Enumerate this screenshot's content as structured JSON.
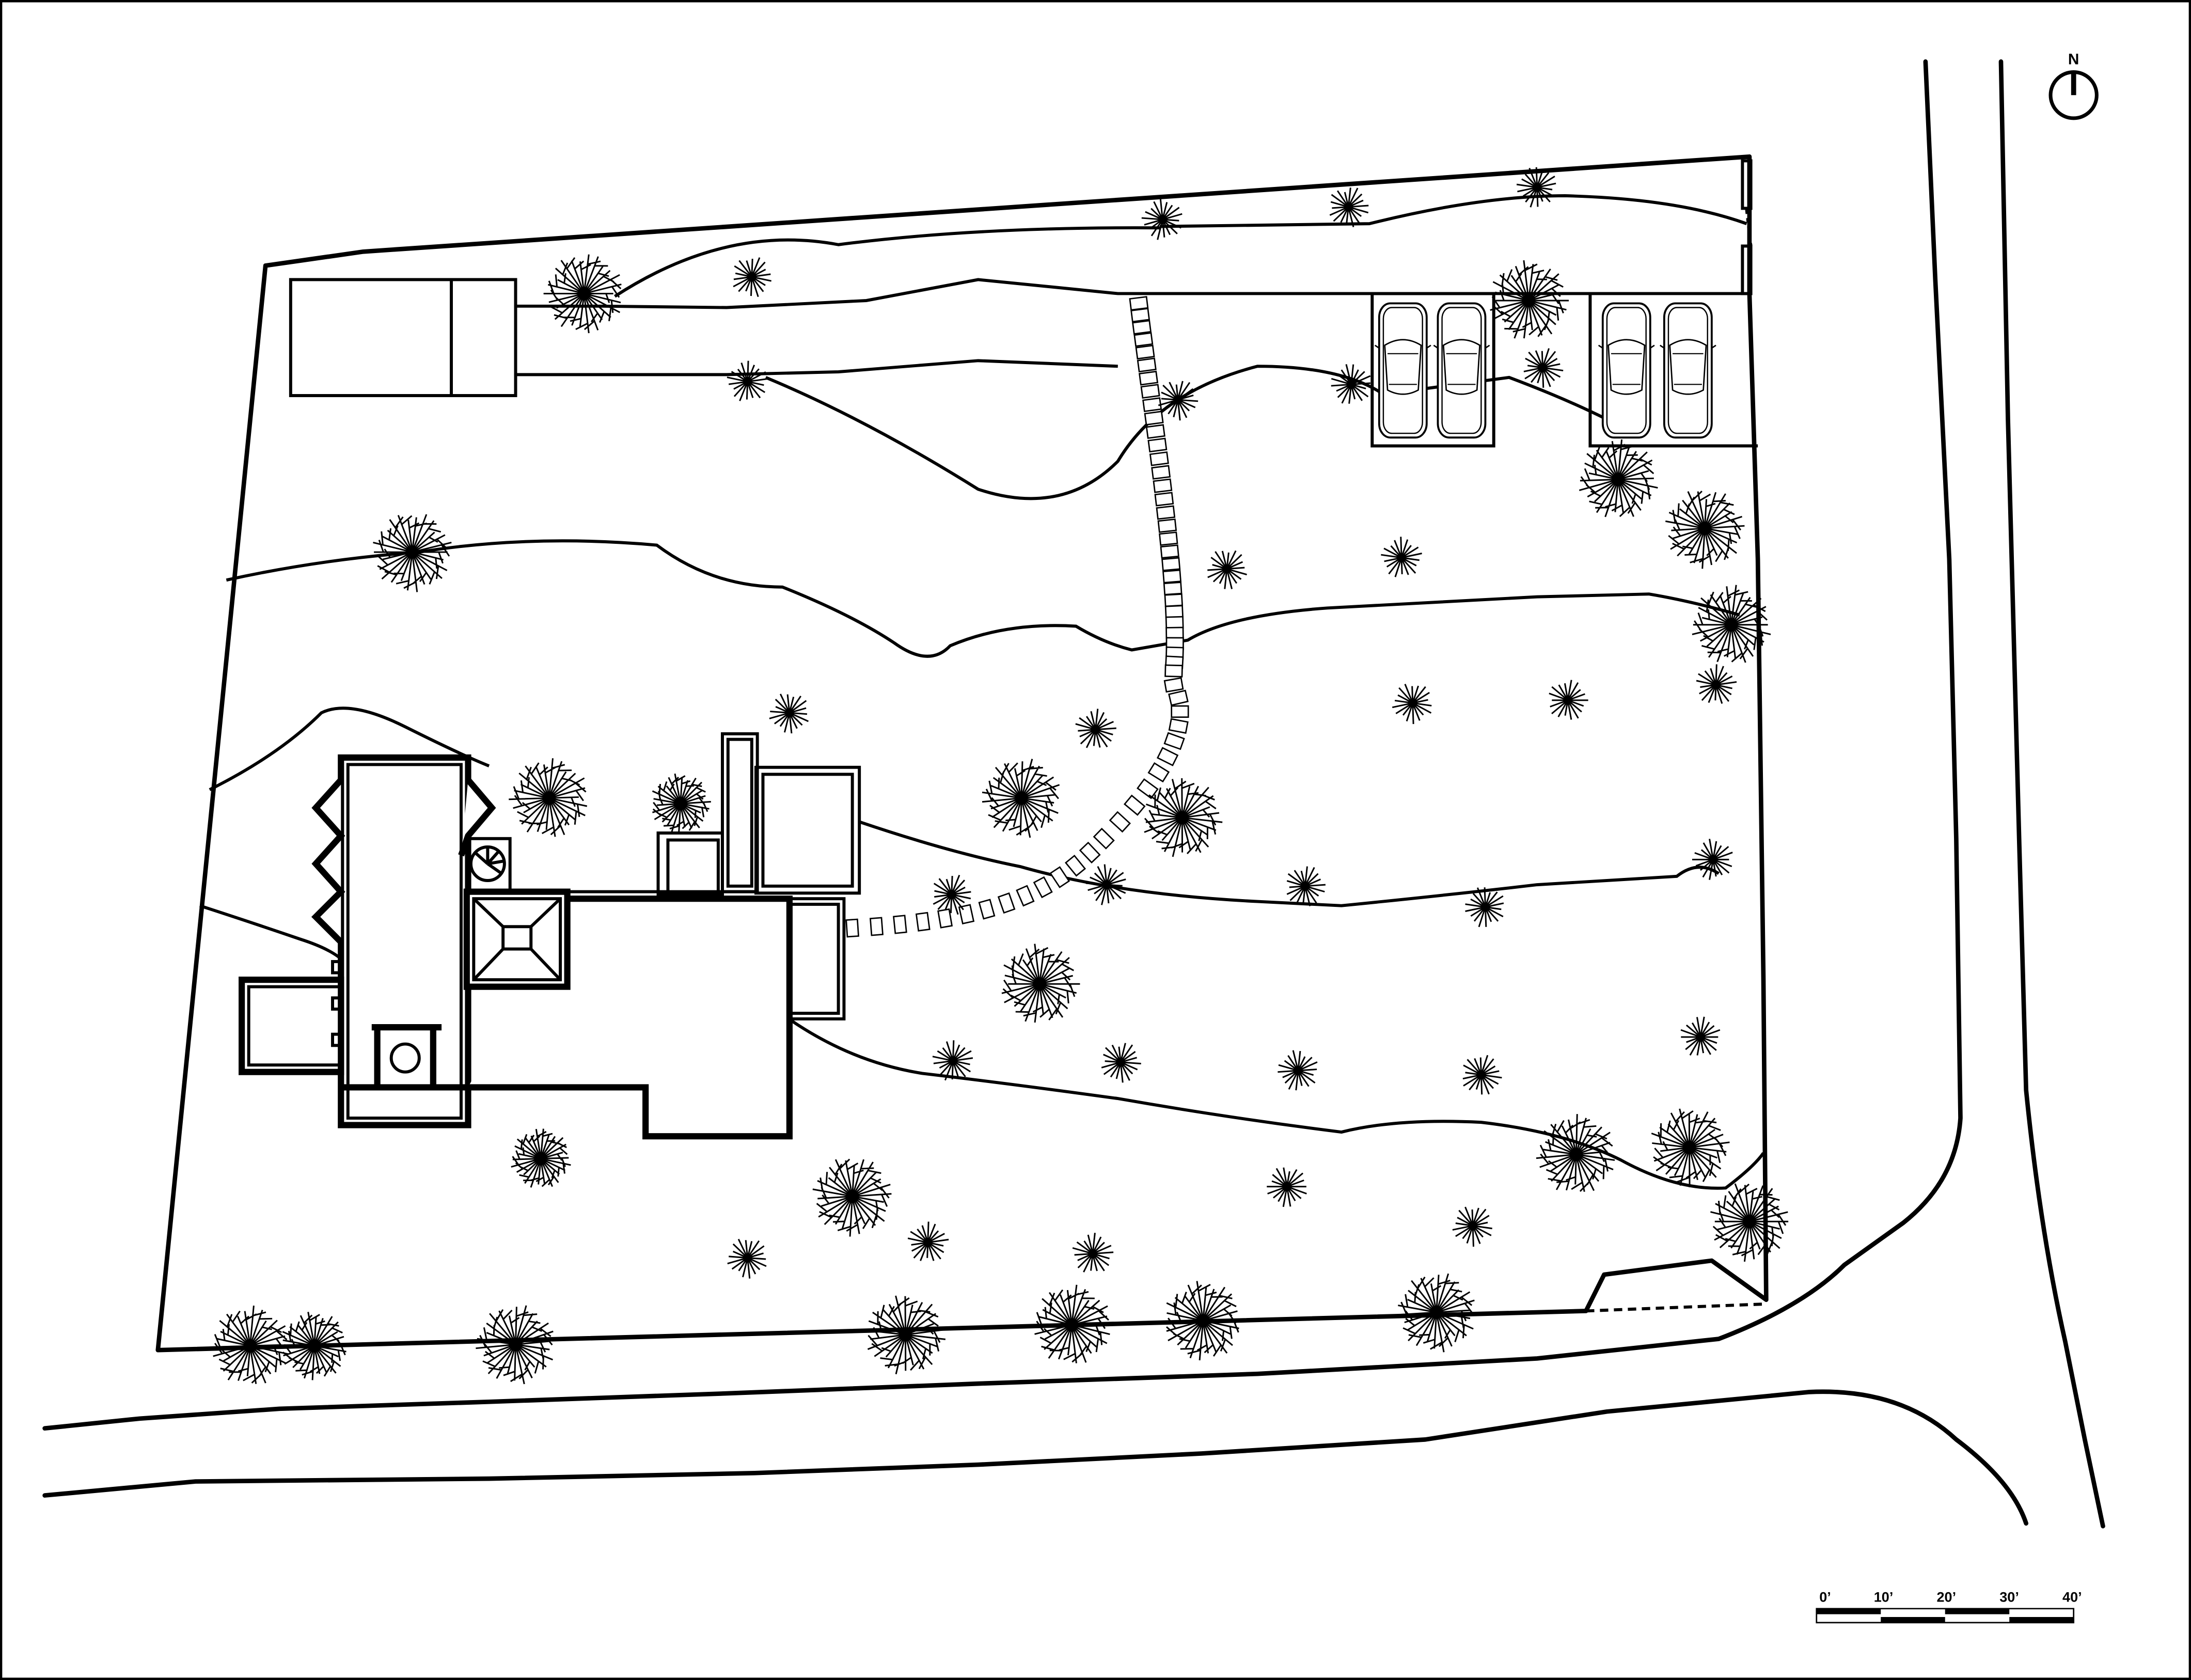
{
  "north_label": "N",
  "scale_bar": {
    "labels": [
      "0’",
      "10’",
      "20’",
      "30’",
      "40’"
    ]
  },
  "icons": {
    "north_arrow": "north-arrow-icon",
    "tree": "tree-icon",
    "car": "car-icon",
    "spiral_stair": "spiral-stair-icon"
  }
}
